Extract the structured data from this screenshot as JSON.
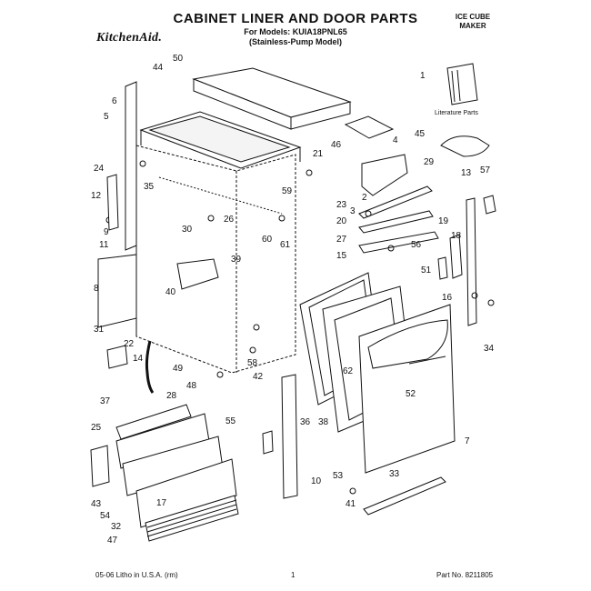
{
  "header": {
    "title": "CABINET LINER AND DOOR PARTS",
    "models_line1": "For Models: KUIA18PNL65",
    "models_line2": "(Stainless-Pump Model)",
    "brand": "KitchenAid.",
    "product_line1": "ICE CUBE",
    "product_line2": "MAKER"
  },
  "diagram": {
    "literature_label": "Literature Parts",
    "callouts": [
      "1",
      "2",
      "3",
      "4",
      "5",
      "6",
      "7",
      "8",
      "9",
      "10",
      "11",
      "12",
      "13",
      "14",
      "15",
      "16",
      "17",
      "18",
      "19",
      "20",
      "21",
      "22",
      "23",
      "24",
      "25",
      "26",
      "27",
      "28",
      "29",
      "30",
      "31",
      "32",
      "33",
      "34",
      "35",
      "36",
      "37",
      "38",
      "39",
      "40",
      "41",
      "42",
      "43",
      "44",
      "45",
      "46",
      "47",
      "48",
      "49",
      "50",
      "51",
      "52",
      "53",
      "54",
      "55",
      "56",
      "57",
      "58",
      "59",
      "60",
      "61",
      "62"
    ]
  },
  "footer": {
    "litho": "05-06 Litho in U.S.A. (rm)",
    "page": "1",
    "part_no": "Part No. 8211805"
  }
}
